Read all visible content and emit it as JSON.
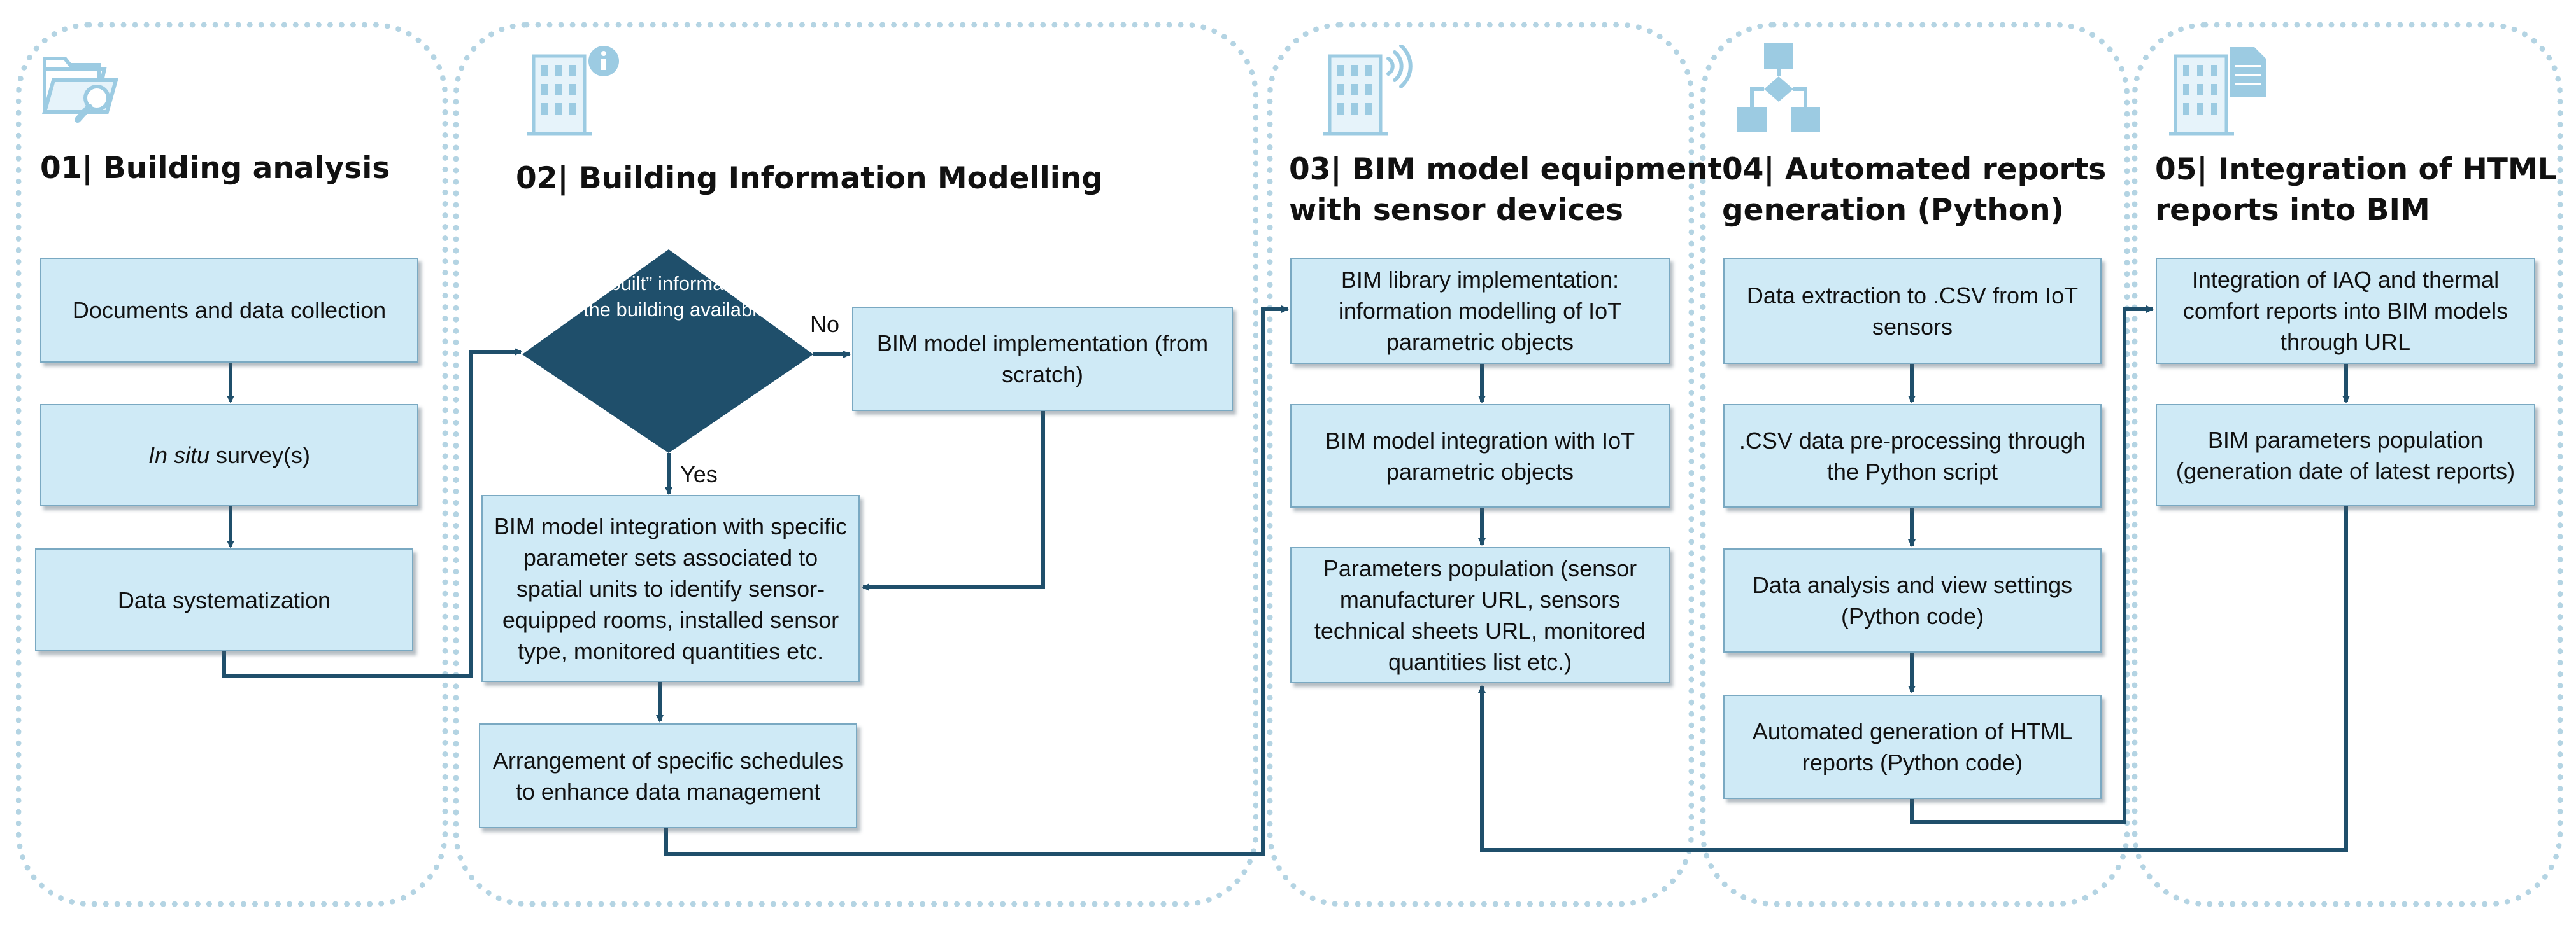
{
  "colors": {
    "panel_border": "#b4d4e3",
    "box_fill": "#cfeaf6",
    "box_border": "#7aa9c2",
    "decision_fill": "#1f4f6b",
    "arrow": "#1f4f6b",
    "icon": "#9ccbe2"
  },
  "panels": [
    {
      "title": "01| Building analysis",
      "icon": "folder-search-icon"
    },
    {
      "title": "02| Building Information Modelling",
      "icon": "building-info-icon"
    },
    {
      "title_line1": "03| BIM model equipment",
      "title_line2": "with sensor devices",
      "icon": "building-signal-icon"
    },
    {
      "title_line1": "04| Automated reports",
      "title_line2": "generation (Python)",
      "icon": "flowchart-icon"
    },
    {
      "title_line1": "05| Integration of HTML",
      "title_line2": "reports into BIM",
      "icon": "building-document-icon"
    }
  ],
  "steps": {
    "documents_collection": "Documents and data collection",
    "in_situ_italic": "In situ",
    "in_situ_rest": " survey(s)",
    "data_systematization": "Data systematization",
    "decision": "Is an “As-built” information model of the building available?",
    "decision_no": "No",
    "decision_yes": "Yes",
    "bim_implementation": "BIM model implementation (from scratch)",
    "bim_integration_parameters": "BIM model integration with specific parameter sets associated to spatial units to identify sensor-equipped rooms, installed sensor type, monitored quantities etc.",
    "schedules": "Arrangement of specific schedules to enhance data management",
    "bim_library": "BIM library implementation: information modelling of IoT parametric objects",
    "bim_integration_iot": "BIM model integration with IoT parametric objects",
    "parameters_population_sensors": "Parameters population (sensor manufacturer URL, sensors technical sheets URL, monitored quantities list etc.)",
    "data_extraction": "Data extraction to .CSV from IoT sensors",
    "csv_preprocessing": ".CSV data pre-processing through the Python script",
    "data_analysis": "Data analysis and view settings (Python code)",
    "automated_generation": "Automated generation of HTML reports (Python code)",
    "integration_reports": "Integration of IAQ and thermal comfort reports into BIM models through URL",
    "bim_parameters_population": "BIM parameters population (generation date of latest reports)"
  }
}
